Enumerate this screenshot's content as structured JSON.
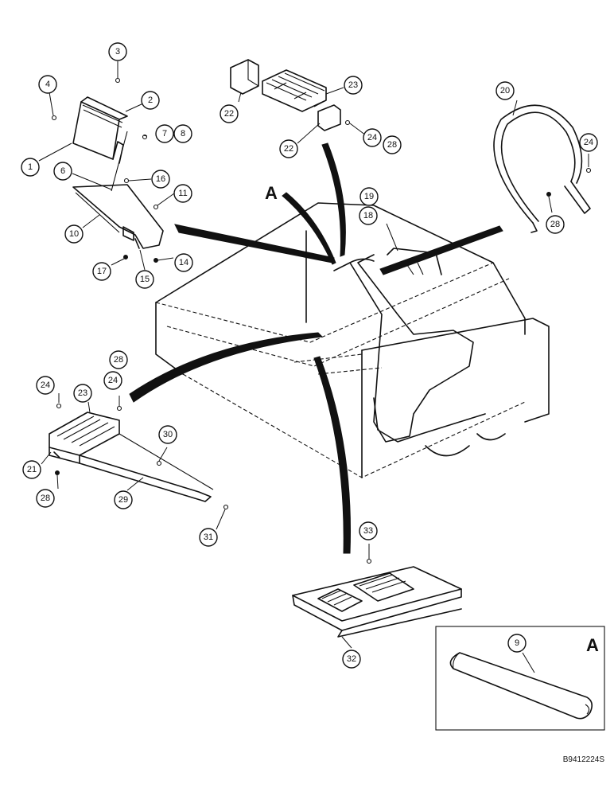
{
  "detail_letter": "A",
  "callouts": [
    {
      "id": "c1",
      "label": "1"
    },
    {
      "id": "c2",
      "label": "2"
    },
    {
      "id": "c3",
      "label": "3"
    },
    {
      "id": "c4",
      "label": "4"
    },
    {
      "id": "c6",
      "label": "6"
    },
    {
      "id": "c7",
      "label": "7"
    },
    {
      "id": "c8",
      "label": "8"
    },
    {
      "id": "c9",
      "label": "9"
    },
    {
      "id": "c10",
      "label": "10"
    },
    {
      "id": "c11",
      "label": "11"
    },
    {
      "id": "c14",
      "label": "14"
    },
    {
      "id": "c15",
      "label": "15"
    },
    {
      "id": "c16",
      "label": "16"
    },
    {
      "id": "c17",
      "label": "17"
    },
    {
      "id": "c18",
      "label": "18"
    },
    {
      "id": "c19",
      "label": "19"
    },
    {
      "id": "c20",
      "label": "20"
    },
    {
      "id": "c21",
      "label": "21"
    },
    {
      "id": "c22a",
      "label": "22"
    },
    {
      "id": "c22b",
      "label": "22"
    },
    {
      "id": "c23a",
      "label": "23"
    },
    {
      "id": "c23b",
      "label": "23"
    },
    {
      "id": "c24a",
      "label": "24"
    },
    {
      "id": "c24b",
      "label": "24"
    },
    {
      "id": "c24c",
      "label": "24"
    },
    {
      "id": "c24d",
      "label": "24"
    },
    {
      "id": "c28a",
      "label": "28"
    },
    {
      "id": "c28b",
      "label": "28"
    },
    {
      "id": "c28c",
      "label": "28"
    },
    {
      "id": "c28d",
      "label": "28"
    },
    {
      "id": "c29",
      "label": "29"
    },
    {
      "id": "c30",
      "label": "30"
    },
    {
      "id": "c31",
      "label": "31"
    },
    {
      "id": "c32",
      "label": "32"
    },
    {
      "id": "c33",
      "label": "33"
    }
  ],
  "document_number": "B9412224S"
}
